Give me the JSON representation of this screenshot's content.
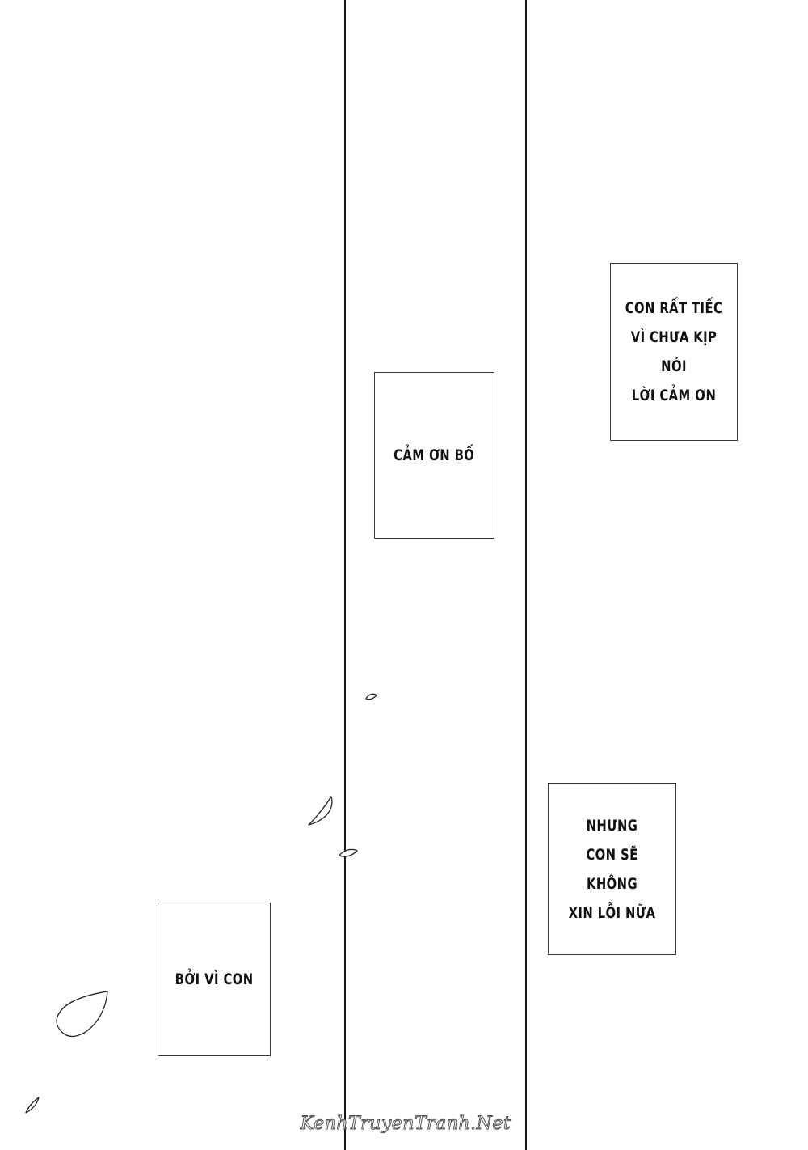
{
  "captions": {
    "box_1": "CON RẤT TIẾC\nVÌ CHƯA KỊP NÓI\nLỜI CẢM ƠN",
    "box_2": "CẢM ƠN BỐ",
    "box_3": "NHƯNG\nCON SẼ KHÔNG\nXIN LỖI NỮA",
    "box_4": "BỞI VÌ CON"
  },
  "watermark": "KenhTruyenTranh.Net",
  "colors": {
    "ink": "#141414",
    "paper": "#ffffff"
  }
}
